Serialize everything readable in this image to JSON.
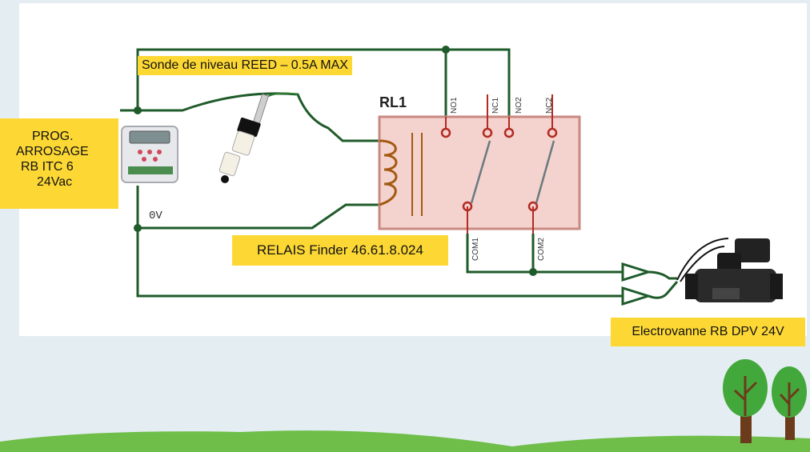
{
  "labels": {
    "sonde": "Sonde de niveau REED – 0.5A MAX",
    "relais": "RELAIS Finder 46.61.8.024",
    "electrovanne": "Electrovanne RB DPV 24V",
    "prog_lines": [
      "PROG.",
      "ARROSAGE",
      "RB ITC 6",
      "24Vac"
    ],
    "relay_name": "RL1",
    "zero_volt": "0V"
  },
  "relay_pins": {
    "no1": "NO1",
    "nc1": "NC1",
    "no2": "NO2",
    "nc2": "NC2",
    "com1": "COM1",
    "com2": "COM2"
  },
  "colors": {
    "wire": "#1f5b2a",
    "relay_fill": "#f4d2ce",
    "relay_stroke": "#c98a82",
    "coil": "#a35a10",
    "contact": "#b22a22",
    "label_bg": "#fdd835",
    "tree_green": "#43a83b",
    "tree_trunk": "#6b3b1c",
    "grass": "#6fbe4a"
  }
}
